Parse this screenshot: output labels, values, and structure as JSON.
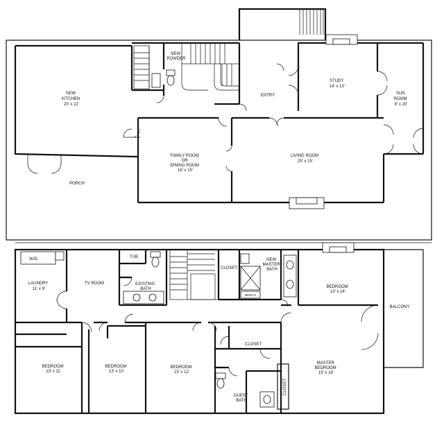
{
  "floors": {
    "upper": {
      "rooms": {
        "new_kitchen": {
          "name": "NEW\nKITCHEN",
          "dims": "20' x 22'"
        },
        "new_powder": {
          "name": "NEW\nPOWDER"
        },
        "entry": {
          "name": "ENTRY"
        },
        "study": {
          "name": "STUDY",
          "dims": "14' x 13'"
        },
        "sun_room": {
          "name": "SUN\nROOM",
          "dims": "8' x 20'"
        },
        "family_room": {
          "name": "FAMILY ROOM\nOR\nDINING ROOM",
          "dims": "16' x 15'"
        },
        "living_room": {
          "name": "LIVING ROOM",
          "dims": "25' x 15'"
        },
        "porch": {
          "name": "PORCH"
        }
      }
    },
    "lower": {
      "rooms": {
        "wd": {
          "name": "W/D"
        },
        "laundry": {
          "name": "LAUNDRY",
          "dims": "11' x 9'"
        },
        "tv_room": {
          "name": "TV ROOM"
        },
        "tub": {
          "name": "TUB"
        },
        "existing_bath": {
          "name": "EXISTING\nBATH"
        },
        "closet_hall": {
          "name": "CLOSET"
        },
        "new_master_bath": {
          "name": "NEW\nMASTER\nBATH"
        },
        "bench": {
          "name": "BENCH"
        },
        "bedroom_east": {
          "name": "BEDROOM",
          "dims": "13' x 14'"
        },
        "balcony": {
          "name": "BALCONY"
        },
        "bedroom_sw": {
          "name": "BEDROOM",
          "dims": "13' x 11'"
        },
        "bedroom_s2": {
          "name": "BEDROOM",
          "dims": "13' x 10'"
        },
        "bedroom_s3": {
          "name": "BEDROOM",
          "dims": "15' x 12'"
        },
        "closet_mid": {
          "name": "CLOSET"
        },
        "master_bedroom": {
          "name": "MASTER\nBEDROOM",
          "dims": "15' x 18'"
        },
        "closet_vertical": {
          "name": "CLOSET"
        },
        "guest_bath": {
          "name": "GUEST\nBATH"
        }
      }
    }
  }
}
